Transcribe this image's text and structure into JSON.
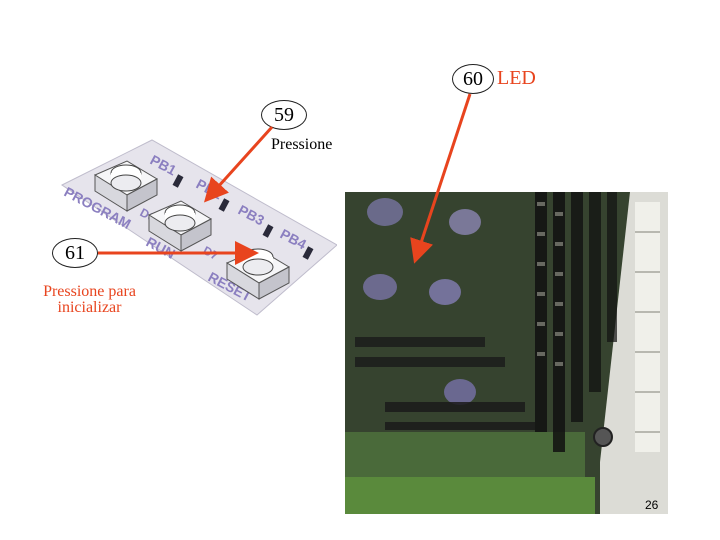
{
  "callouts": {
    "c60": {
      "num": "60",
      "label": "LED"
    },
    "c59": {
      "num": "59",
      "label": "Pressione"
    },
    "c61": {
      "num": "61",
      "label": "Pressione para inicializar"
    }
  },
  "board": {
    "labels": [
      "PB1",
      "PB2",
      "PB3",
      "PB4",
      "PROGRAM",
      "RUN",
      "RESET",
      "D6",
      "D7"
    ]
  },
  "page_number": "26",
  "colors": {
    "accent": "#e8441e",
    "board_label": "#8b7fc0"
  }
}
